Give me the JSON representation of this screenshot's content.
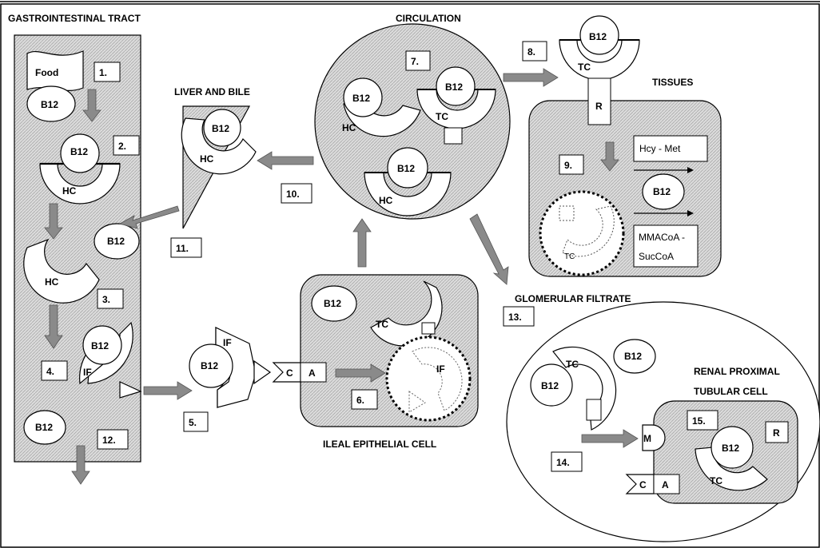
{
  "headers": {
    "gi": "GASTROINTESTINAL TRACT",
    "liver": "LIVER AND BILE",
    "circulation": "CIRCULATION",
    "tissues": "TISSUES",
    "glomerular": "GLOMERULAR FILTRATE",
    "renal_1": "RENAL PROXIMAL",
    "renal_2": "TUBULAR CELL",
    "ileal": "ILEAL EPITHELIAL CELL"
  },
  "steps": [
    "1.",
    "2.",
    "3.",
    "4.",
    "5.",
    "6.",
    "7.",
    "8.",
    "9.",
    "10.",
    "11.",
    "12.",
    "13.",
    "14.",
    "15."
  ],
  "molecules": {
    "b12": "B12",
    "hc": "HC",
    "tc": "TC",
    "intrinsic_factor": "IF",
    "food": "Food",
    "receptor": "R",
    "cubilin": "C",
    "amnionless": "A",
    "megalin": "M"
  },
  "reactions": {
    "hcy_met": "Hcy - Met",
    "mmacoa": "MMACoA -",
    "succoa": "SucCoA"
  },
  "colors": {
    "stipple": "#c8c8c8",
    "cell_fill": "#d4d4d4",
    "arrow": "#8a8a8a"
  }
}
